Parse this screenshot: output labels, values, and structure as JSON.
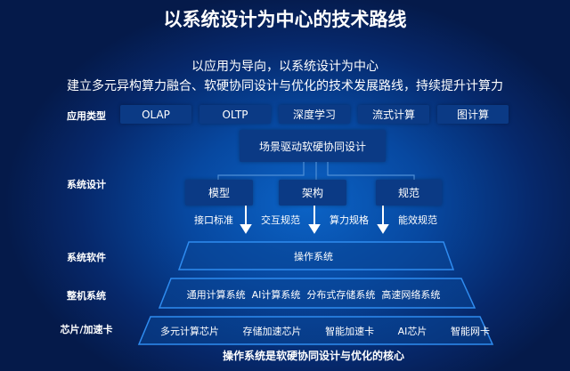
{
  "title": "以系统设计为中心的技术路线",
  "subtitle": [
    "以应用为导向，以系统设计为中心",
    "建立多元异构算力融合、软硬协同设计与优化的技术发展路线，持续提升计算力"
  ],
  "row_labels": {
    "app": "应用类型",
    "design": "系统设计",
    "software": "系统软件",
    "machine": "整机系统",
    "chip": "芯片/加速卡"
  },
  "apps": [
    "OLAP",
    "OLTP",
    "深度学习",
    "流式计算",
    "图计算"
  ],
  "scenario": "场景驱动软硬协同设计",
  "design_boxes": [
    "模型",
    "架构",
    "规范"
  ],
  "design_outputs": [
    "接口标准",
    "交互规范",
    "算力规格",
    "能效规范"
  ],
  "software": "操作系统",
  "machine": "通用计算系统  AI计算系统  分布式存储系统  高速网络系统",
  "chips": [
    "多元计算芯片",
    "存储加速芯片",
    "智能加速卡",
    "AI芯片",
    "智能网卡"
  ],
  "footer": "操作系统是软硬协同设计与优化的核心"
}
